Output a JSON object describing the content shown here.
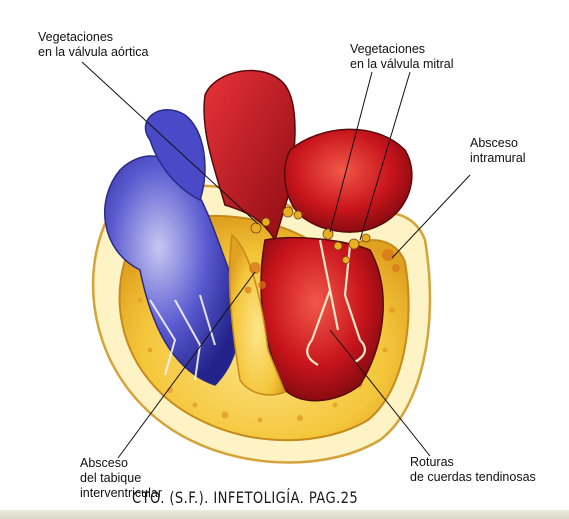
{
  "labels": {
    "aortic_vegetations": "Vegetaciones\nen la válvula aórtica",
    "mitral_vegetations": "Vegetaciones\nen la válvula mitral",
    "intramural_abscess": "Absceso\nintramural",
    "septum_abscess": "Absceso\ndel tabique\ninterventricular",
    "chordae_rupture": "Roturas\nde cuerdas tendinosas"
  },
  "citation": "CTO. (S.F.). INFETOLIGÍA. PAG.25",
  "colors": {
    "arterial_red": "#c8141c",
    "venous_blue": "#3a3ab0",
    "myocardium_yellow": "#f4c63a",
    "vegetation_gold": "#e8b020"
  }
}
